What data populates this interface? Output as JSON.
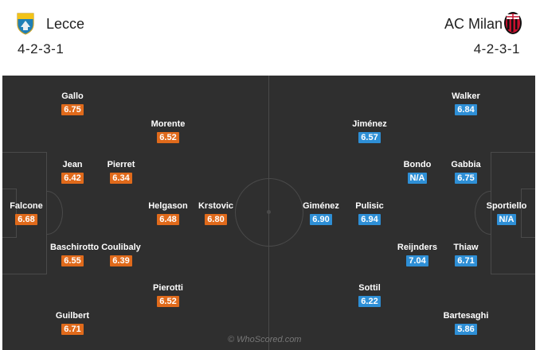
{
  "home": {
    "name": "Lecce",
    "formation": "4-2-3-1",
    "crest_icon": "lecce-crest-icon",
    "rating_color": "#e06a1b",
    "players": [
      {
        "name": "Falcone",
        "rating": "6.68"
      },
      {
        "name": "Gallo",
        "rating": "6.75"
      },
      {
        "name": "Jean",
        "rating": "6.42"
      },
      {
        "name": "Baschirotto",
        "rating": "6.55"
      },
      {
        "name": "Guilbert",
        "rating": "6.71"
      },
      {
        "name": "Pierret",
        "rating": "6.34"
      },
      {
        "name": "Coulibaly",
        "rating": "6.39"
      },
      {
        "name": "Morente",
        "rating": "6.52"
      },
      {
        "name": "Helgason",
        "rating": "6.48"
      },
      {
        "name": "Pierotti",
        "rating": "6.52"
      },
      {
        "name": "Krstovic",
        "rating": "6.80"
      }
    ]
  },
  "away": {
    "name": "AC Milan",
    "formation": "4-2-3-1",
    "crest_icon": "ac-milan-crest-icon",
    "rating_color": "#2e8fd6",
    "players": [
      {
        "name": "Sportiello",
        "rating": "N/A"
      },
      {
        "name": "Walker",
        "rating": "6.84"
      },
      {
        "name": "Gabbia",
        "rating": "6.75"
      },
      {
        "name": "Thiaw",
        "rating": "6.71"
      },
      {
        "name": "Bartesaghi",
        "rating": "5.86"
      },
      {
        "name": "Bondo",
        "rating": "N/A"
      },
      {
        "name": "Reijnders",
        "rating": "7.04"
      },
      {
        "name": "Jiménez",
        "rating": "6.57"
      },
      {
        "name": "Pulisic",
        "rating": "6.94"
      },
      {
        "name": "Sottil",
        "rating": "6.22"
      },
      {
        "name": "Giménez",
        "rating": "6.90"
      }
    ]
  },
  "watermark": "© WhoScored.com",
  "pitch_color": "#2f2f2f"
}
